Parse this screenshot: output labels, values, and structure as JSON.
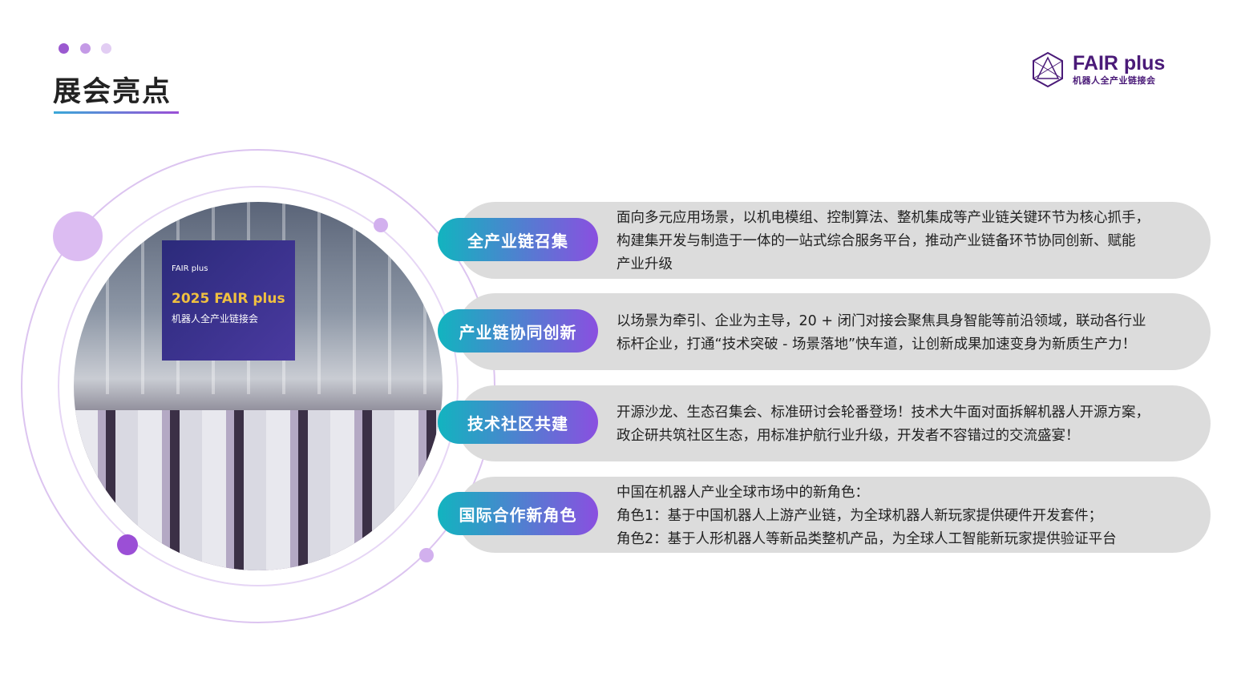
{
  "header": {
    "title": "展会亮点"
  },
  "logo": {
    "name": "FAIR plus",
    "subtitle": "机器人全产业链接会"
  },
  "photo": {
    "banner_small": "FAIR plus",
    "banner_title": "2025 FAIR plus",
    "banner_subtitle": "机器人全产业链接会"
  },
  "highlights": [
    {
      "label": "全产业链召集",
      "lines": [
        "面向多元应用场景，以机电模组、控制算法、整机集成等产业链关键环节为核心抓手，",
        "构建集开发与制造于一体的一站式综合服务平台，推动产业链备环节协同创新、赋能",
        "产业升级"
      ]
    },
    {
      "label": "产业链协同创新",
      "lines": [
        "以场景为牵引、企业为主导，20 + 闭门对接会聚焦具身智能等前沿领域，联动各行业",
        "标杆企业，打通“技术突破 - 场景落地”快车道，让创新成果加速变身为新质生产力！"
      ]
    },
    {
      "label": "技术社区共建",
      "lines": [
        "开源沙龙、生态召集会、标准研讨会轮番登场！技术大牛面对面拆解机器人开源方案，",
        "政企研共筑社区生态，用标准护航行业升级，开发者不容错过的交流盛宴！"
      ]
    },
    {
      "label": "国际合作新角色",
      "lines": [
        "中国在机器人产业全球市场中的新角色：",
        "角色1：基于中国机器人上游产业链，为全球机器人新玩家提供硬件开发套件；",
        "角色2：基于人形机器人等新品类整机产品，为全球人工智能新玩家提供验证平台"
      ]
    }
  ]
}
